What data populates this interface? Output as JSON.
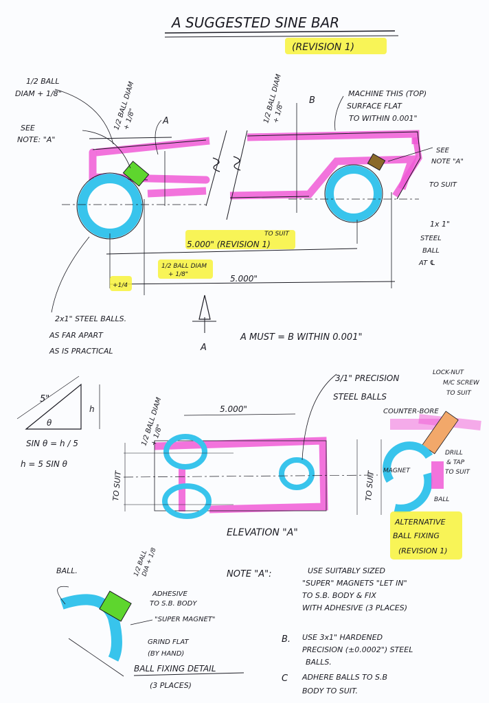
{
  "title": "A SUGGESTED SINE BAR",
  "revision_tag": "(REVISION 1)",
  "colors": {
    "body_pink": "#f05ad6",
    "ball_cyan": "#38c4ec",
    "magnet_green": "#5ed62e",
    "highlight_yellow": "#f7f23a",
    "screw_orange": "#f2a86a",
    "ink": "#1a1a22"
  },
  "top_view": {
    "label_half_ball_left": [
      "1/2 BALL",
      "DIAM + 1/8\""
    ],
    "label_half_ball_mid": [
      "1/2 BALL DIAM",
      "+ 1/8\""
    ],
    "label_half_ball_right": [
      "1/2 BALL DIAM",
      "+ 1/8\""
    ],
    "label_see_note_left": [
      "SEE",
      "NOTE: \"A\""
    ],
    "label_see_note_right": [
      "SEE",
      "NOTE \"A\""
    ],
    "marker_a": "A",
    "marker_b": "B",
    "machine_note": [
      "MACHINE THIS (TOP)",
      "SURFACE FLAT",
      "TO WITHIN 0.001\""
    ],
    "to_suit_right": "TO SUIT",
    "steel_ball_note": [
      "1x 1\"",
      "STEEL",
      "BALL",
      "AT ℄"
    ],
    "dim_to_suit": "TO SUIT",
    "dim_centres": "5.000\" (REVISION 1)",
    "dim_half_ball": [
      "1/2 BALL DIAM",
      "+ 1/8\""
    ],
    "dim_overall": "5.000\"",
    "dim_left_small": "+1/4",
    "section_arrow": "A",
    "steel_balls_note": [
      "2x1\" STEEL BALLS.",
      "AS FAR APART",
      "AS IS PRACTICAL"
    ],
    "tolerance_note": "A MUST = B WITHIN 0.001\""
  },
  "trig": {
    "hyp": "5\"",
    "angle": "θ",
    "height": "h",
    "eq1": "SIN θ = h / 5",
    "eq2": "h = 5 SIN θ"
  },
  "elevation": {
    "label_half_ball": [
      "1/2 BALL DIAM",
      "+ 1/8\""
    ],
    "dim_top": "5.000\"",
    "to_suit_left": "TO SUIT",
    "to_suit_right": "TO SUIT",
    "precision_balls": [
      "3/1\" PRECISION",
      "STEEL BALLS"
    ],
    "title": "ELEVATION \"A\""
  },
  "alt_fixing": {
    "locknut": [
      "LOCK-NUT",
      "M/C SCREW",
      "TO SUIT"
    ],
    "counter_bore": "COUNTER-BORE",
    "drill_tap": [
      "DRILL",
      "& TAP",
      "TO SUIT"
    ],
    "magnet": "MAGNET",
    "ball": "BALL",
    "title": [
      "ALTERNATIVE",
      "BALL FIXING",
      "(REVISION 1)"
    ]
  },
  "ball_fixing_detail": {
    "ball": "BALL.",
    "half_ball_label": [
      "1/2 BALL",
      "DIA + 1/8"
    ],
    "adhesive": [
      "ADHESIVE",
      "TO S.B. BODY"
    ],
    "super_magnet": "\"SUPER MAGNET\"",
    "grind_flat": [
      "GRIND FLAT",
      "(BY HAND)"
    ],
    "title": "BALL FIXING DETAIL",
    "subtitle": "(3 PLACES)"
  },
  "notes": {
    "heading": "NOTE \"A\":",
    "a_lines": [
      "USE SUITABLY SIZED",
      "\"SUPER\" MAGNETS \"LET IN\"",
      "TO S.B. BODY & FIX",
      "WITH ADHESIVE (3 PLACES)"
    ],
    "b_label": "B.",
    "b_lines": [
      "USE 3x1\" HARDENED",
      "PRECISION (±0.0002\") STEEL",
      "BALLS."
    ],
    "c_label": "C",
    "c_lines": [
      "ADHERE BALLS TO S.B",
      "BODY TO SUIT."
    ]
  }
}
